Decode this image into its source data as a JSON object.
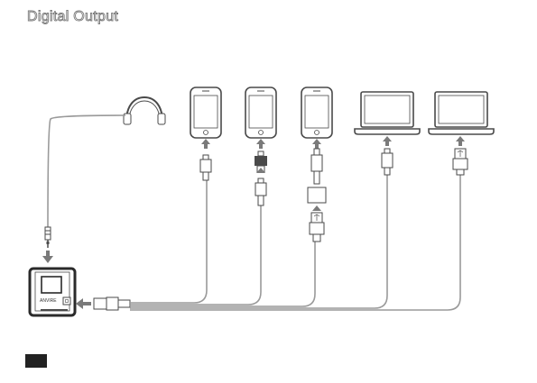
{
  "page": {
    "title": "Digital Output"
  },
  "player": {
    "brand": "ANVIRE"
  },
  "devices": [
    {
      "type": "smartphone",
      "icon": "smartphone-icon"
    },
    {
      "type": "smartphone",
      "icon": "smartphone-icon"
    },
    {
      "type": "smartphone",
      "icon": "smartphone-icon"
    },
    {
      "type": "laptop",
      "icon": "laptop-icon"
    },
    {
      "type": "laptop",
      "icon": "laptop-icon"
    }
  ],
  "accessories": [
    {
      "type": "headphones",
      "icon": "headphones-icon"
    }
  ],
  "colors": {
    "line": "#4a4a4a",
    "cable": "#9a9a9a",
    "arrow": "#7a7a7a",
    "tab": "#222222"
  }
}
